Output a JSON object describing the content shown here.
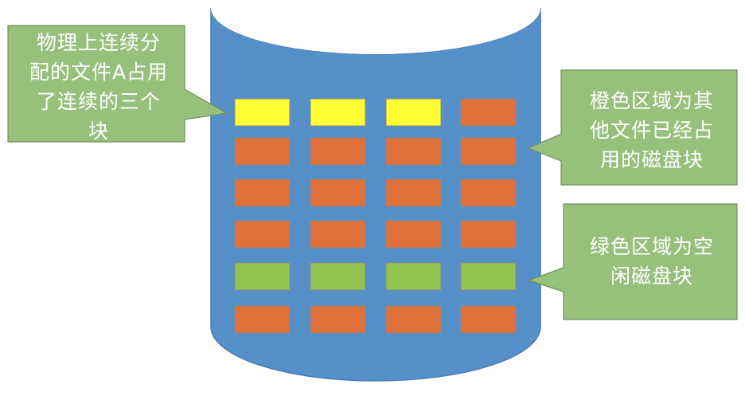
{
  "callouts": {
    "file_a": "物理上连续分配的文件A占用了连续的三个块",
    "file_a_lines": [
      "物理上连续分",
      "配的文件A占用",
      "了连续的三个",
      "块"
    ],
    "orange": "橙色区域为其他文件已经占用的磁盘块",
    "orange_lines": [
      "橙色区域为其",
      "他文件已经占",
      "用的磁盘块"
    ],
    "green": "绿色区域为空闲磁盘块",
    "green_lines": [
      "绿色区域为空",
      "闲磁盘块"
    ]
  },
  "colors": {
    "disk": "#5590c8",
    "disk_top": "#ffffff",
    "file_a_block": "#ffff33",
    "used_block": "#e0703a",
    "free_block": "#92c350",
    "callout_fill": "#97c07c",
    "callout_border": "#6f8f5c",
    "block_border": "#8a8a8a"
  },
  "disk_grid": [
    [
      "file_a",
      "file_a",
      "file_a",
      "used"
    ],
    [
      "used",
      "used",
      "used",
      "used"
    ],
    [
      "used",
      "used",
      "used",
      "used"
    ],
    [
      "used",
      "used",
      "used",
      "used"
    ],
    [
      "free",
      "free",
      "free",
      "free"
    ],
    [
      "used",
      "used",
      "used",
      "used"
    ]
  ]
}
